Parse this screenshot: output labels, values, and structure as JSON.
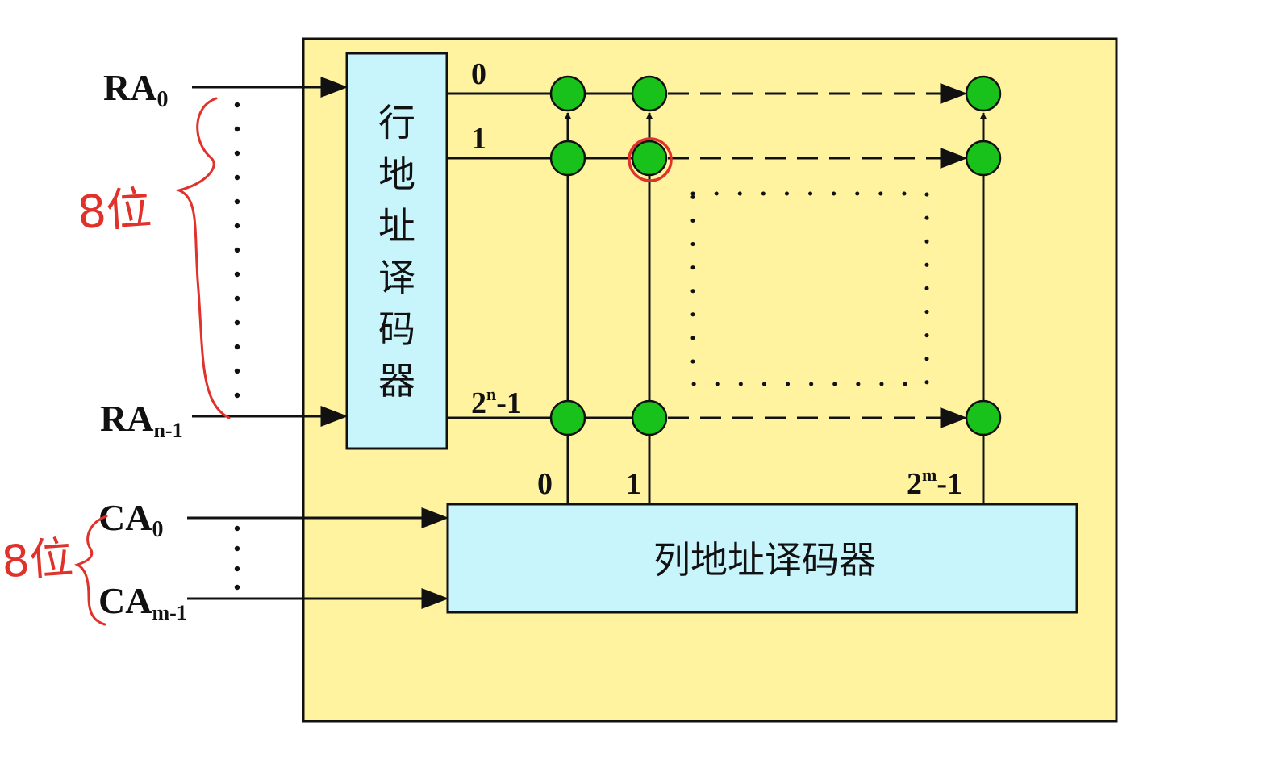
{
  "chip": {
    "fill": "#fff3a0",
    "decoder_fill": "#c8f4fb",
    "cell_color": "#19c21a",
    "annotation_color": "#e0312a"
  },
  "inputs": {
    "row_first": {
      "base": "RA",
      "sub": "0"
    },
    "row_last": {
      "base": "RA",
      "sub": "n-1"
    },
    "col_first": {
      "base": "CA",
      "sub": "0"
    },
    "col_last": {
      "base": "CA",
      "sub": "m-1"
    }
  },
  "row_decoder": {
    "chars": [
      "行",
      "地",
      "址",
      "译",
      "码",
      "器"
    ]
  },
  "col_decoder": {
    "label": "列地址译码器"
  },
  "row_lines": {
    "r0": "0",
    "r1": "1",
    "rlast": {
      "base": "2",
      "sup": "n",
      "tail": "-1"
    }
  },
  "col_lines": {
    "c0": "0",
    "c1": "1",
    "clast": {
      "base": "2",
      "sup": "m",
      "tail": "-1"
    }
  },
  "annotations": {
    "row_bits": "8位",
    "col_bits": "8位"
  }
}
